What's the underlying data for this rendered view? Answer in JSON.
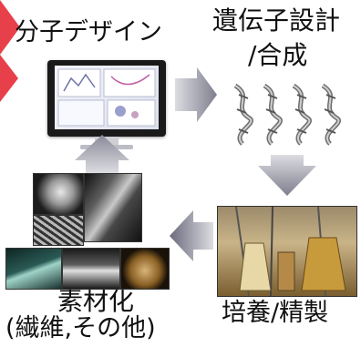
{
  "labels": {
    "molecular_design": "分子デザイン",
    "gene_design_line1": "遺伝子設計",
    "gene_design_line2": "/合成",
    "culture_purification": "培養/精製",
    "materialization_line1": "素材化",
    "materialization_line2": "(繊維,その他)"
  },
  "colors": {
    "arrow_gray": "#8a8a98",
    "accent_red": "#e8404a",
    "background": "#ffffff"
  },
  "icons": [
    "computer-monitor-icon",
    "dna-helix-icon",
    "fiber-photo",
    "culture-flask-photo"
  ]
}
